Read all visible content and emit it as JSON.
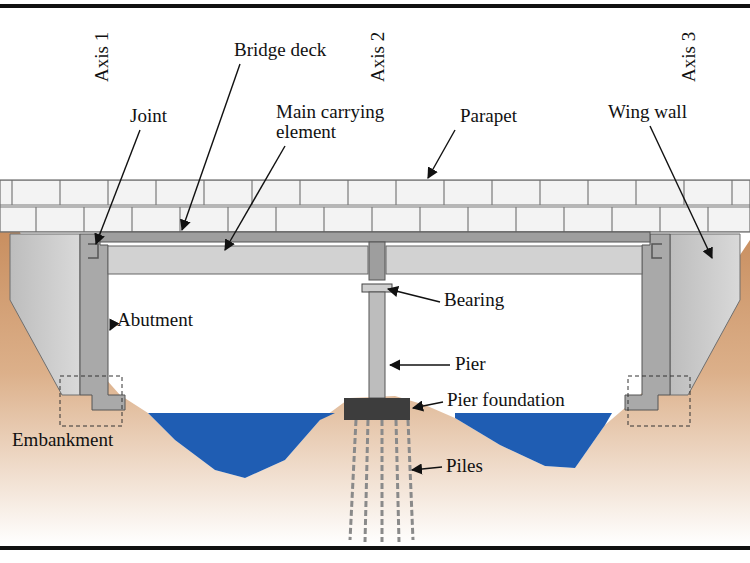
{
  "diagram": {
    "labels": [
      "Axis 1",
      "Bridge deck",
      "Axis 2",
      "Axis 3",
      "Joint",
      "Main carrying element",
      "Parapet",
      "Wing wall",
      "Abutment",
      "Bearing",
      "Pier",
      "Pier foundation",
      "Embankment",
      "Piles"
    ]
  }
}
